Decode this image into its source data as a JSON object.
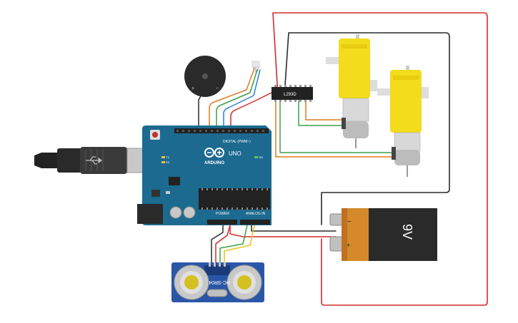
{
  "board": {
    "brand": "ARDUINO",
    "model": "UNO",
    "digital_header": "DIGITAL (PWM~)",
    "power_header": "POWER",
    "analog_header": "ANALOG IN",
    "tx_label": "TX",
    "rx_label": "RX",
    "on_label": "ON"
  },
  "driver": {
    "label": "L293D"
  },
  "battery": {
    "voltage": "9V",
    "minus": "−",
    "plus": "+"
  },
  "sensor": {
    "label": "HC-SR04"
  },
  "buzzer": {
    "minus": "−",
    "plus": "+"
  },
  "colors": {
    "red": "#d42a2a",
    "black": "#2a2a2a",
    "green": "#3aa04a",
    "orange": "#e07a20",
    "blue": "#2b7fd0",
    "yellow": "#e8c21c",
    "board": "#1c6a8f",
    "motor": "#f2dc1c",
    "sensor": "#2a56a8",
    "battery_top": "#d48a2a"
  }
}
